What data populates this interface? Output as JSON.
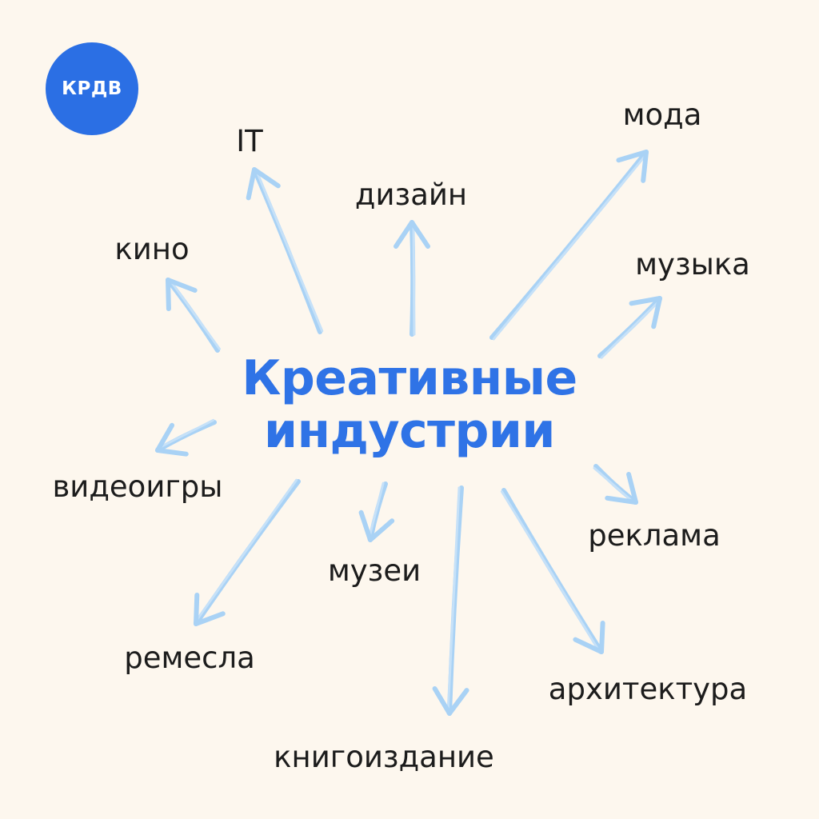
{
  "logo": {
    "text": "КРДВ",
    "color": "#2b6fe4"
  },
  "center": {
    "line1": "Креативные",
    "line2": "индустрии",
    "color": "#2f73e6"
  },
  "colors": {
    "background": "#fdf7ee",
    "arrow": "#a9d2f5",
    "label_text": "#1c1c1c"
  },
  "industries": [
    {
      "id": "it",
      "label": "IT"
    },
    {
      "id": "design",
      "label": "дизайн"
    },
    {
      "id": "fashion",
      "label": "мода"
    },
    {
      "id": "cinema",
      "label": "кино"
    },
    {
      "id": "music",
      "label": "музыка"
    },
    {
      "id": "videogames",
      "label": "видеоигры"
    },
    {
      "id": "advertising",
      "label": "реклама"
    },
    {
      "id": "museums",
      "label": "музеи"
    },
    {
      "id": "crafts",
      "label": "ремесла"
    },
    {
      "id": "architecture",
      "label": "архитектура"
    },
    {
      "id": "publishing",
      "label": "книгоиздание"
    }
  ]
}
